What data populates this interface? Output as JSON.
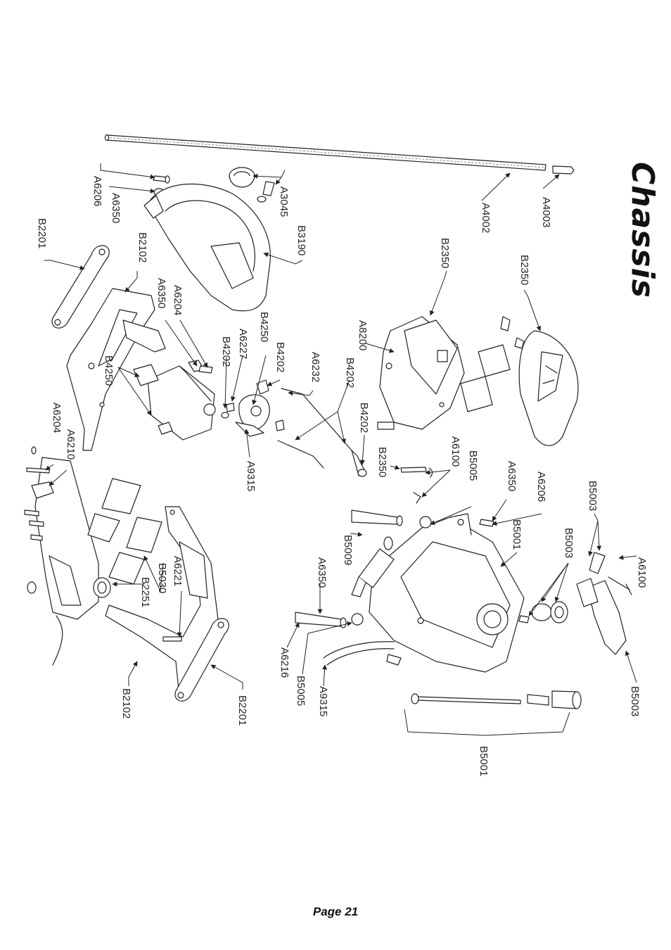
{
  "page": {
    "title": "Chassis",
    "page_label": "Page 21"
  },
  "parts": [
    {
      "id": "p1",
      "label": "A6206"
    },
    {
      "id": "p2",
      "label": "A6350"
    },
    {
      "id": "p3",
      "label": "A3045"
    },
    {
      "id": "p4",
      "label": "B3190"
    },
    {
      "id": "p5",
      "label": "A4002"
    },
    {
      "id": "p6",
      "label": "A4003"
    },
    {
      "id": "p7",
      "label": "B2201"
    },
    {
      "id": "p8",
      "label": "B2102"
    },
    {
      "id": "p9",
      "label": "A6204"
    },
    {
      "id": "p10",
      "label": "A6350"
    },
    {
      "id": "p11",
      "label": "B4250"
    },
    {
      "id": "p12",
      "label": "A6227"
    },
    {
      "id": "p13",
      "label": "B4202"
    },
    {
      "id": "p14",
      "label": "B4202"
    },
    {
      "id": "p15",
      "label": "A6232"
    },
    {
      "id": "p16",
      "label": "B4202"
    },
    {
      "id": "p17",
      "label": "B4202"
    },
    {
      "id": "p18",
      "label": "A8200"
    },
    {
      "id": "p19",
      "label": "B2350"
    },
    {
      "id": "p20",
      "label": "B2350"
    },
    {
      "id": "p21",
      "label": "B4250"
    },
    {
      "id": "p22",
      "label": "A9315"
    },
    {
      "id": "p23",
      "label": "A6210"
    },
    {
      "id": "p24",
      "label": "A6204"
    },
    {
      "id": "p25",
      "label": "B2350"
    },
    {
      "id": "p26",
      "label": "A6100"
    },
    {
      "id": "p27",
      "label": "B5005"
    },
    {
      "id": "p28",
      "label": "A6350"
    },
    {
      "id": "p29",
      "label": "A6206"
    },
    {
      "id": "p30",
      "label": "B5003"
    },
    {
      "id": "p31",
      "label": "B5003"
    },
    {
      "id": "p32",
      "label": "A6100"
    },
    {
      "id": "p33",
      "label": "B5001"
    },
    {
      "id": "p34",
      "label": "B5009"
    },
    {
      "id": "p35",
      "label": "A6350"
    },
    {
      "id": "p36",
      "label": "A6216"
    },
    {
      "id": "p37",
      "label": "B5005"
    },
    {
      "id": "p38",
      "label": "A9315"
    },
    {
      "id": "p39",
      "label": "B5001"
    },
    {
      "id": "p40",
      "label": "B5003"
    },
    {
      "id": "p41",
      "label": "A6221"
    },
    {
      "id": "p42",
      "label": "B5030"
    },
    {
      "id": "p43",
      "label": "B2251"
    },
    {
      "id": "p44",
      "label": "B2102"
    },
    {
      "id": "p45",
      "label": "B2201"
    }
  ]
}
